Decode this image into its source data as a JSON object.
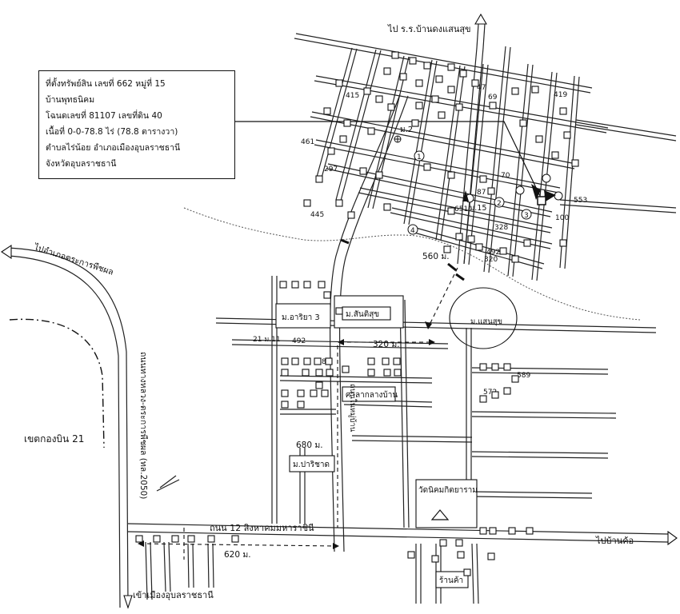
{
  "info": {
    "line1": "ที่ตั้งทรัพย์สิน เลขที่ 662 หมู่ที่ 15",
    "line2": "บ้านพุทธนิคม",
    "line3": "โฉนดเลขที่ 81107 เลขที่ดิน 40",
    "line4": "เนื้อที่ 0-0-78.8 ไร่ (78.8 ตารางวา)",
    "line5": "ตำบลไร่น้อย อำเภอเมืองอุบลราชธานี",
    "line6": "จังหวัดอุบลราชธานี"
  },
  "directions": {
    "north": "ไป ร.ร.บ้านดงแสนสุข",
    "west": "ไปอำเภอตระการพืชผล",
    "east": "ไปบ้านค้อ",
    "south": "เข้าเมืองอุบลราชธานี"
  },
  "places": {
    "m2": "ม.2",
    "m15": "ม.15",
    "arisa": "ม.อาริยา 3",
    "sansuk": "ม.สันติสุข",
    "saensuk": "ม.แสนสุข",
    "parichat": "ม.ปาริชาด",
    "sala": "ศาลากลางบ้าน",
    "temple": "วัดนิคมกิตยาราม",
    "shop": "ร้านค้า",
    "air_base": "เขตกองบิน 21"
  },
  "roads": {
    "highway_west": "ถนนทางหลวง-ตระการพืชผล (ทล.2050)",
    "main_inner": "ถนนในหมู่บ้าน",
    "road12": "ถนน 12 สิงหาคมมหาราชินี"
  },
  "distances": {
    "d560": "560 ม.",
    "d320": "320 ม.",
    "d680": "680 ม.",
    "d620": "620 ม."
  },
  "markers": {
    "c1": "1",
    "c2": "2",
    "c3": "3",
    "c4": "4"
  },
  "house_numbers": {
    "n415": "415",
    "n461": "461",
    "n297": "297",
    "n445": "445",
    "n47": "47",
    "n69": "69",
    "n419": "419",
    "n70": "70",
    "n87": "87",
    "n553": "553",
    "n100": "100",
    "n320": "320",
    "n328": "328",
    "n492a": "492",
    "n492b": "492",
    "n651": "651",
    "n21m11": "21 ม.11",
    "n82": "82",
    "n589": "589",
    "n572": "572"
  }
}
